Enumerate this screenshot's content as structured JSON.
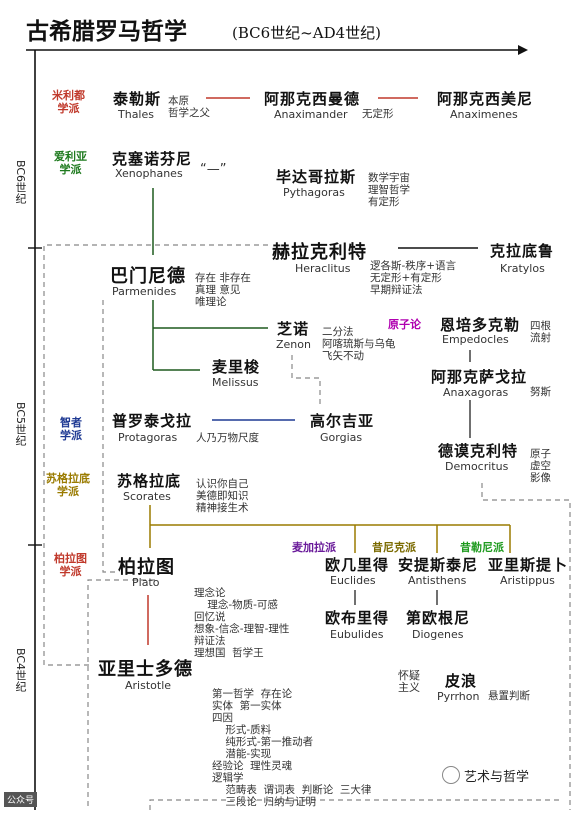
{
  "header": {
    "title": "古希腊罗马哲学",
    "subtitle": "(BC6世纪~AD4世纪)"
  },
  "eras": {
    "bc6": "BC6世纪",
    "bc5": "BC5世纪",
    "bc4": "BC4世纪"
  },
  "schools": {
    "miletus": [
      "米利都",
      "学派"
    ],
    "elea": [
      "爱利亚",
      "学派"
    ],
    "sophist": [
      "智者",
      "学派"
    ],
    "socratic": [
      "苏格拉底",
      "学派"
    ],
    "platonic": [
      "柏拉图",
      "学派"
    ],
    "megarian": "麦加拉派",
    "cynic": "昔尼克派",
    "cyrenaic": "昔勒尼派",
    "atom": "原子论"
  },
  "philosophers": {
    "thales": {
      "cn": "泰勒斯",
      "en": "Thales",
      "note": [
        "本原",
        "哲学之父"
      ]
    },
    "anaximander": {
      "cn": "阿那克西曼德",
      "en": "Anaximander",
      "note": [
        "无定形"
      ]
    },
    "anaximenes": {
      "cn": "阿那克西美尼",
      "en": "Anaximenes"
    },
    "xenophanes": {
      "cn": "克塞诺芬尼",
      "en": "Xenophanes",
      "note": [
        "“—”"
      ]
    },
    "pythagoras": {
      "cn": "毕达哥拉斯",
      "en": "Pythagoras",
      "note": [
        "数学宇宙",
        "理智哲学",
        "有定形"
      ]
    },
    "heraclitus": {
      "cn": "赫拉克利特",
      "en": "Heraclitus",
      "note": [
        "逻各斯-秩序+语言",
        "无定形+有定形",
        "早期辩证法"
      ]
    },
    "kratylos": {
      "cn": "克拉底鲁",
      "en": "Kratylos"
    },
    "parmenides": {
      "cn": "巴门尼德",
      "en": "Parmenides",
      "note": [
        "存在  非存在",
        "真理  意见",
        "唯理论"
      ]
    },
    "zenon": {
      "cn": "芝诺",
      "en": "Zenon",
      "note": [
        "二分法",
        "阿喀琉斯与乌龟",
        "飞矢不动"
      ]
    },
    "empedocles": {
      "cn": "恩培多克勒",
      "en": "Empedocles",
      "note": [
        "四根",
        "流射"
      ]
    },
    "melissus": {
      "cn": "麦里梭",
      "en": "Melissus"
    },
    "anaxagoras": {
      "cn": "阿那克萨戈拉",
      "en": "Anaxagoras",
      "note": [
        "努斯"
      ]
    },
    "protagoras": {
      "cn": "普罗泰戈拉",
      "en": "Protagoras",
      "note": [
        "人乃万物尺度"
      ]
    },
    "gorgias": {
      "cn": "高尔吉亚",
      "en": "Gorgias"
    },
    "democritus": {
      "cn": "德谟克利特",
      "en": "Democritus",
      "note": [
        "原子",
        "虚空",
        "影像"
      ]
    },
    "socrates": {
      "cn": "苏格拉底",
      "en": "Scorates",
      "note": [
        "认识你自己",
        "美德即知识",
        "精神接生术"
      ]
    },
    "plato": {
      "cn": "柏拉图",
      "en": "Plato",
      "note": [
        "理念论",
        "    理念-物质-可感",
        "回忆说",
        "想象-信念-理智-理性",
        "辩证法",
        "理想国  哲学王"
      ]
    },
    "euclides": {
      "cn": "欧几里得",
      "en": "Euclides"
    },
    "antisthens": {
      "cn": "安提斯泰尼",
      "en": "Antisthens"
    },
    "aristippus": {
      "cn": "亚里斯提卜",
      "en": "Aristippus"
    },
    "eubulides": {
      "cn": "欧布里得",
      "en": "Eubulides"
    },
    "diogenes": {
      "cn": "第欧根尼",
      "en": "Diogenes"
    },
    "aristotle": {
      "cn": "亚里士多德",
      "en": "Aristotle",
      "note": [
        "第一哲学  存在论",
        "实体  第一实体",
        "四因",
        "    形式-质料",
        "    纯形式-第一推动者",
        "    潜能-实现",
        "经验论  理性灵魂",
        "逻辑学",
        "    范畴表  谓词表  判断论  三大律",
        "    三段论  归纳与证明"
      ]
    },
    "pyrrhon": {
      "cn": "皮浪",
      "en": "Pyrrhon",
      "note": [
        "悬置判断"
      ]
    }
  },
  "misc": {
    "doubt": [
      "怀疑",
      "主义"
    ],
    "watermark": "艺术与哲学",
    "corner_mark": "公众号"
  },
  "colors": {
    "miletus": "#c0392b",
    "elea": "#1e7a1e",
    "sophist": "#1f3a93",
    "socratic": "#9a7b00",
    "platonic": "#c0392b",
    "megarian": "#6a1b9a",
    "cynic": "#7a6a00",
    "cyrenaic": "#1e9a1e",
    "atom": "#b000b0"
  }
}
